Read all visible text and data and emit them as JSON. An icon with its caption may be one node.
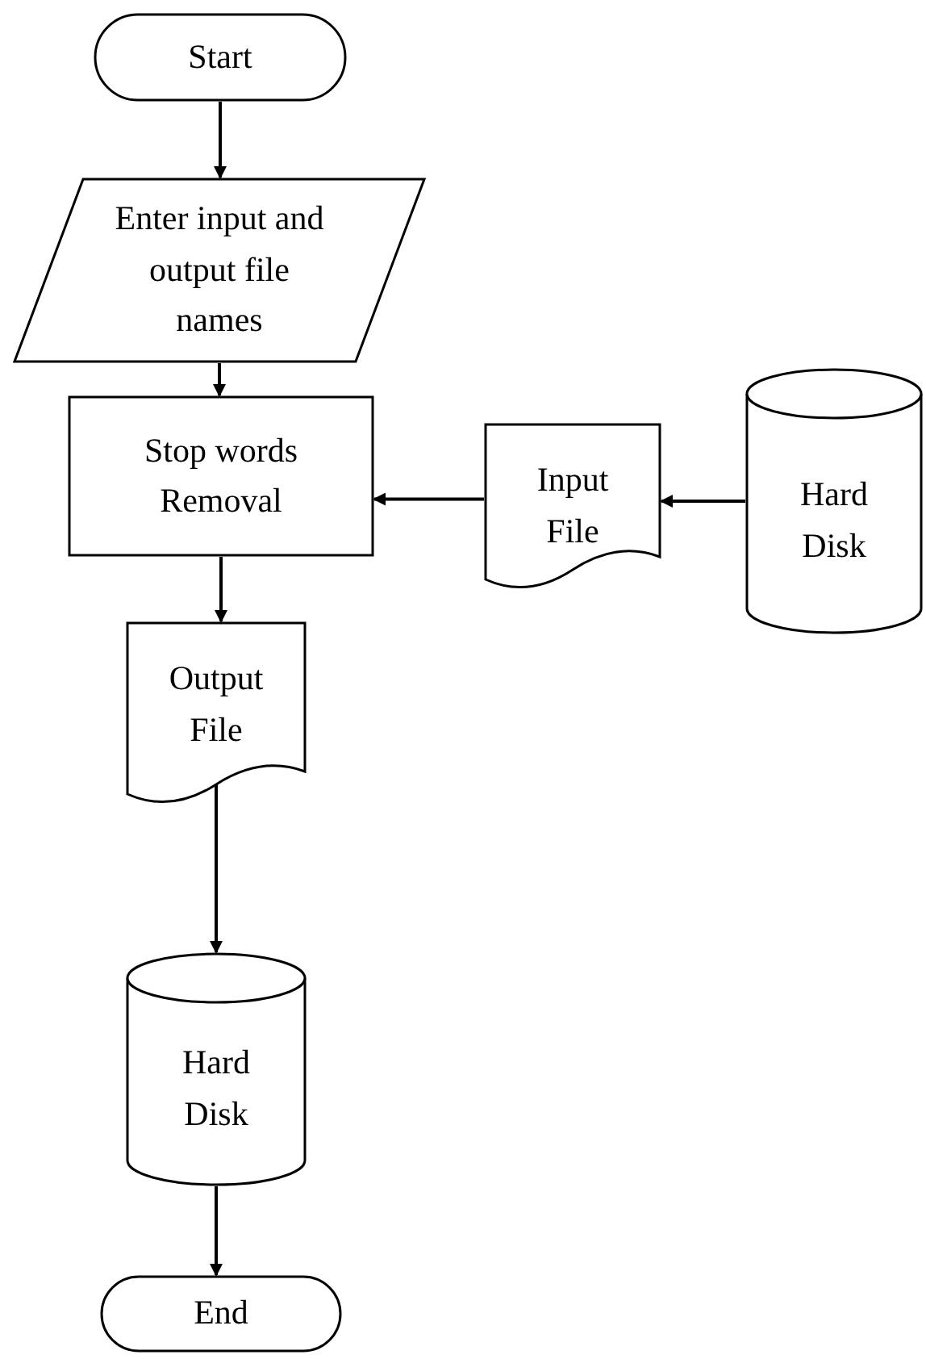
{
  "diagram": {
    "nodes": [
      {
        "text": [
          "Start"
        ]
      },
      {
        "text": [
          "Enter input and output file names"
        ]
      },
      {
        "text": [
          "Stop words Removal"
        ]
      },
      {
        "text": [
          "Input File"
        ]
      },
      {
        "text": [
          "Hard Disk"
        ]
      },
      {
        "text": [
          "Output File"
        ]
      },
      {
        "text": [
          "Hard Disk"
        ]
      },
      {
        "text": [
          "End"
        ]
      }
    ],
    "edges": [
      {
        "from": 0,
        "to": 1,
        "arrow": "to"
      },
      {
        "from": 1,
        "to": 2,
        "arrow": "to"
      },
      {
        "from": 4,
        "to": 3,
        "arrow": "to"
      },
      {
        "from": 3,
        "to": 2,
        "arrow": "to"
      },
      {
        "from": 2,
        "to": 5,
        "arrow": "to"
      },
      {
        "from": 5,
        "to": 6,
        "arrow": "to"
      },
      {
        "from": 6,
        "to": 7,
        "arrow": "to"
      }
    ]
  }
}
